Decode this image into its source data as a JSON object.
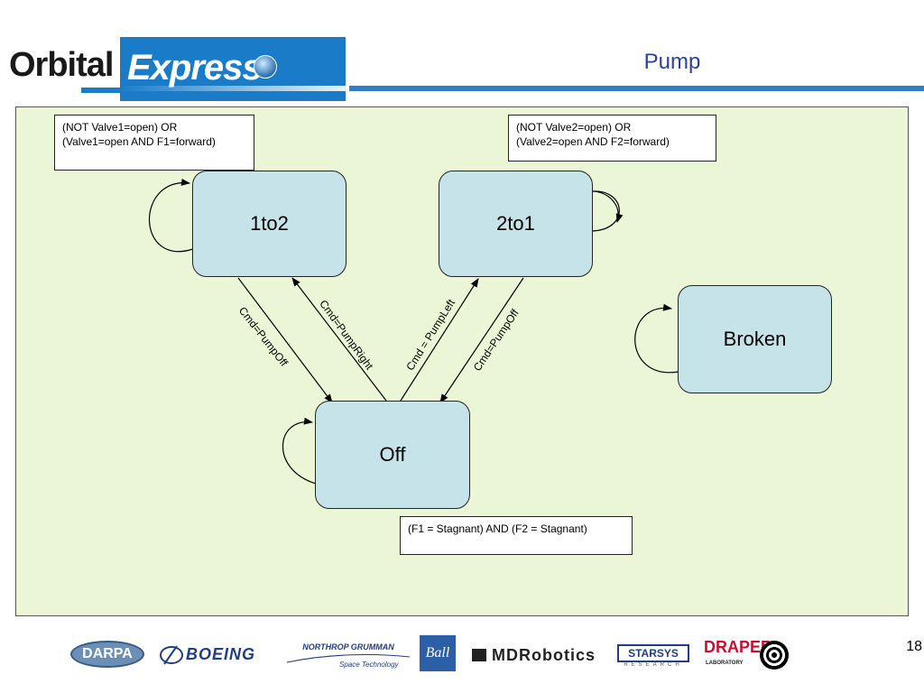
{
  "header": {
    "logo_orbital": "Orbital",
    "logo_express": "Express",
    "title": "Pump"
  },
  "states": {
    "one_to_two": "1to2",
    "two_to_one": "2to1",
    "broken": "Broken",
    "off": "Off"
  },
  "notes": {
    "one_to_two_line1": "(NOT Valve1=open) OR",
    "one_to_two_line2": "(Valve1=open AND F1=forward)",
    "two_to_one_line1": "(NOT Valve2=open)  OR",
    "two_to_one_line2": "(Valve2=open AND F2=forward)",
    "off": "(F1 = Stagnant) AND (F2 = Stagnant)"
  },
  "transitions": {
    "one_to_two_to_off": "Cmd=PumpOff",
    "off_to_one_to_two": "Cmd=PumpRight",
    "off_to_two_to_one": "Cmd = PumpLeft",
    "two_to_one_to_off": "Cmd=PumpOff"
  },
  "colors": {
    "panel_background": "#eaf6d6",
    "state_fill": "#c6e3e9",
    "header_blue": "#1a7cc8",
    "title_color": "#2b3fa8"
  },
  "footer": {
    "page_number": "18",
    "logos": {
      "darpa": "DARPA",
      "boeing": "BOEING",
      "northrop_grumman": "NORTHROP GRUMMAN",
      "northrop_grumman_sub": "Space Technology",
      "ball": "Ball",
      "mdr": "MDRobotics",
      "starsys": "STARSYS",
      "starsys_sub": "RESEARCH",
      "draper": "DRAPER",
      "draper_sub": "LABORATORY"
    }
  }
}
